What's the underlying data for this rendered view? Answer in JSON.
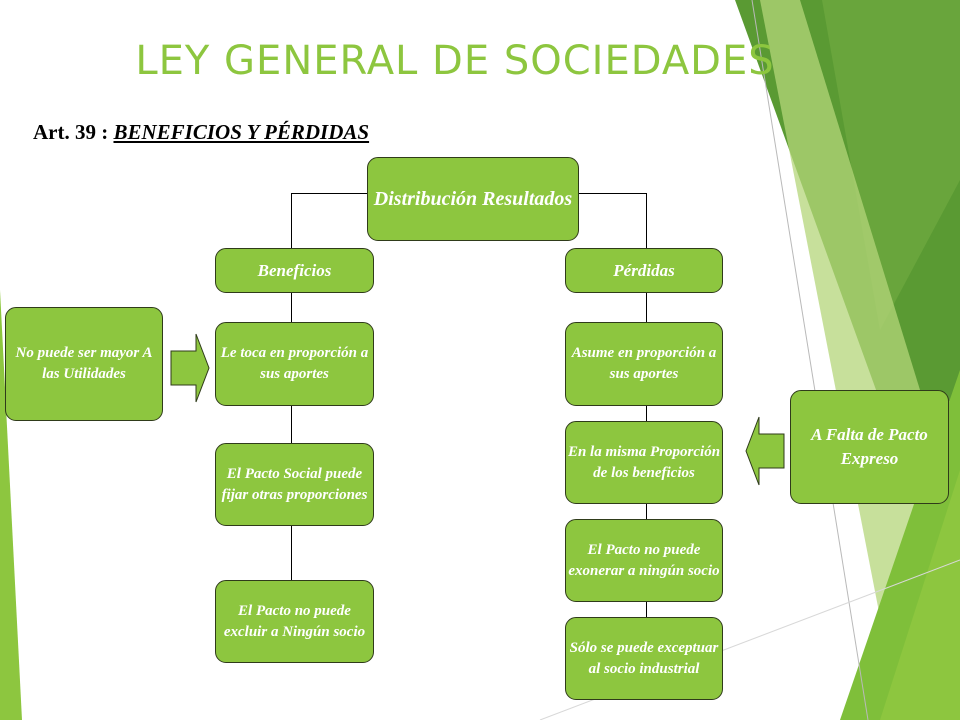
{
  "title": "LEY GENERAL DE SOCIEDADES",
  "subtitle": {
    "prefix": "Art. 39 : ",
    "emphasis": "BENEFICIOS Y PÉRDIDAS"
  },
  "root": "Distribución Resultados",
  "left": {
    "header": "Beneficios",
    "items": [
      "Le toca en proporción a sus aportes",
      "El Pacto Social puede fijar otras proporciones",
      "El Pacto no puede excluir a Ningún socio"
    ],
    "side_note": "No puede ser mayor A las Utilidades"
  },
  "right": {
    "header": "Pérdidas",
    "items": [
      "Asume en proporción a sus aportes",
      "En la misma Proporción de los beneficios",
      "El Pacto no puede exonerar a ningún socio",
      "Sólo se puede exceptuar al socio industrial"
    ],
    "side_note": "A Falta de Pacto Expreso"
  },
  "colors": {
    "accent": "#8dc63f",
    "dark_green": "#4e8a2b",
    "box_border": "#2f3b1a"
  }
}
